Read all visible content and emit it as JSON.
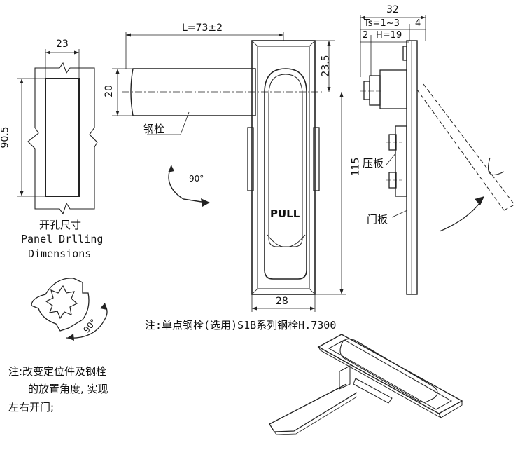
{
  "drilling": {
    "width": "23",
    "height": "90.5",
    "title_cn": "开孔尺寸",
    "title_en_1": "Panel Drlling",
    "title_en_2": "Dimensions"
  },
  "front": {
    "length": "L=73±2",
    "bolt_dia": "20",
    "offset": "23.5",
    "height": "115",
    "width": "28",
    "bolt_label": "钢栓",
    "rotate_label": "90°",
    "pull_text": "PULL"
  },
  "side": {
    "total": "32",
    "ts": "Ts=1~3",
    "ts_right": "4",
    "h_left": "2",
    "h": "H=19",
    "press_plate": "压板",
    "door_panel": "门板"
  },
  "rotation_label": "90°",
  "note1": "注:单点钢栓(选用)S1B系列钢栓H.7300",
  "note2": {
    "line1": "注:改变定位件及钢栓",
    "line2": "的放置角度, 实现",
    "line3": "左右开门;"
  }
}
